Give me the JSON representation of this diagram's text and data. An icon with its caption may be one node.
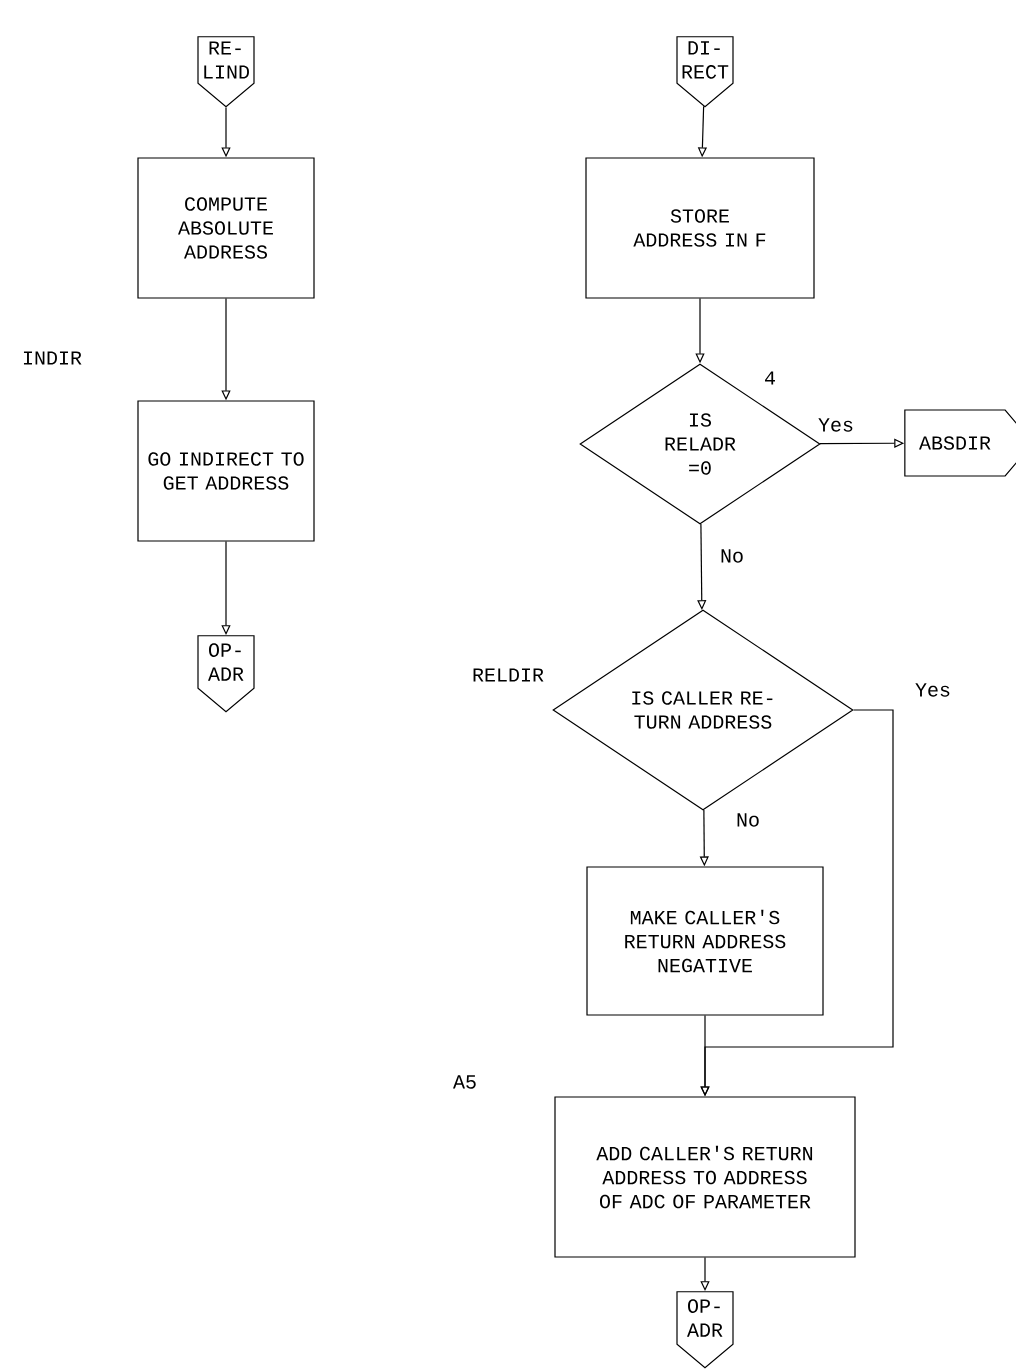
{
  "diagram": {
    "nodes": [
      {
        "text": [
          "RE- LIND"
        ]
      },
      {
        "text": [
          "COMPUTE ABSOLUTE ADDRESS"
        ]
      },
      {
        "text": [
          "GO INDIRECT TO GET ADDRESS"
        ]
      },
      {
        "text": [
          "OP- ADR"
        ]
      },
      {
        "text": [
          "DI- RECT"
        ]
      },
      {
        "text": [
          "STORE ADDRESS IN F"
        ]
      },
      {
        "text": [
          "IS RELADR =0"
        ]
      },
      {
        "text": [
          "ABSDIR"
        ]
      },
      {
        "text": [
          "IS CALLER RE- TURN ADDRESS"
        ]
      },
      {
        "text": [
          "MAKE CALLER'S RETURN ADDRESS NEGATIVE"
        ]
      },
      {
        "text": [
          "ADD CALLER'S RETURN ADDRESS TO ADDRESS OF ADC OF PARAMETER"
        ]
      },
      {
        "text": [
          "OP- ADR"
        ]
      }
    ],
    "edges": [
      {
        "from": 0,
        "to": 1,
        "arrow": "to"
      },
      {
        "from": 1,
        "to": 2,
        "arrow": "to"
      },
      {
        "from": 2,
        "to": 3,
        "arrow": "to"
      },
      {
        "from": 4,
        "to": 5,
        "arrow": "to"
      },
      {
        "from": 5,
        "to": 6,
        "arrow": "to"
      },
      {
        "from": 6,
        "to": 7,
        "arrow": "to",
        "label": "Yes"
      },
      {
        "from": 6,
        "to": 8,
        "arrow": "to",
        "label": "No"
      },
      {
        "from": 8,
        "to": 9,
        "arrow": "to",
        "label": "No"
      },
      {
        "from": 8,
        "to": 10,
        "arrow": "to",
        "label": "Yes"
      },
      {
        "from": 9,
        "to": 10,
        "arrow": "to"
      },
      {
        "from": 10,
        "to": 11,
        "arrow": "to"
      }
    ],
    "labels": [
      "INDIR",
      "4",
      "RELDIR",
      "A5"
    ]
  }
}
